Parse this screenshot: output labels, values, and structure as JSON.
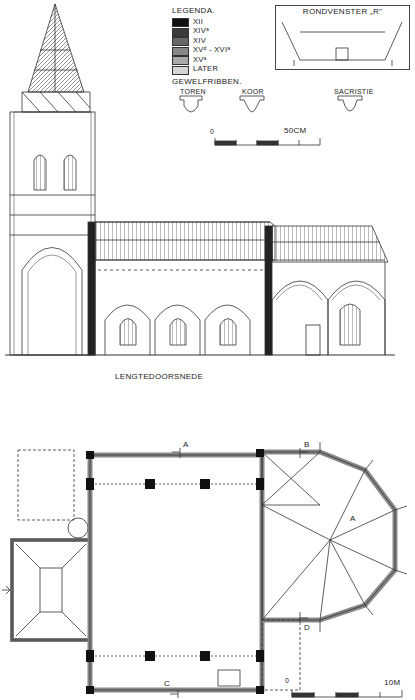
{
  "diagram": {
    "nodes": [
      {
        "text": [
          "RONDVENSTER „R\""
        ]
      }
    ],
    "labels": [
      "LEGENDA.",
      "GEWELFRIBBEN.",
      "TOREN",
      "KOOR",
      "SACRISTIE",
      "0",
      "50CM",
      "LENGTEDOORSNEDE",
      "A",
      "B",
      "A",
      "D",
      "C",
      "0",
      "10M"
    ],
    "legend": [
      {
        "text": "XII",
        "color": "#111111"
      },
      {
        "text": "XIVᵃ",
        "color": "#3a3a3a"
      },
      {
        "text": "XIV",
        "color": "#666666"
      },
      {
        "text": "XVᵈ - XVIᵃ",
        "color": "#888888"
      },
      {
        "text": "XVᵃ",
        "color": "#aaaaaa"
      },
      {
        "text": "LATER",
        "color": "#d4d4d4"
      }
    ]
  }
}
